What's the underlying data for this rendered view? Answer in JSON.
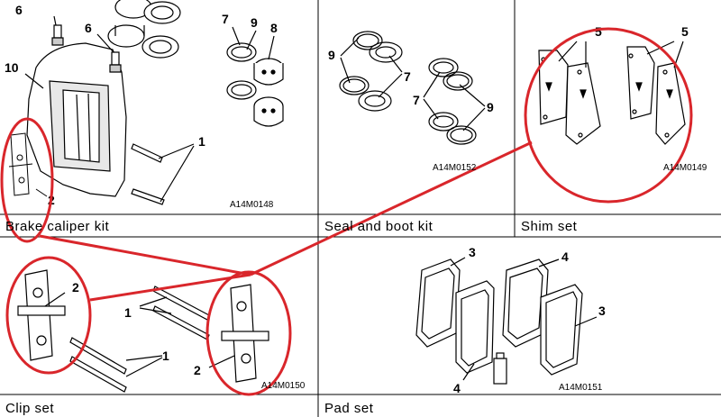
{
  "panels": [
    {
      "title": "Brake caliper kit",
      "code": "A14M0148",
      "callouts": [
        "1",
        "2",
        "6",
        "6",
        "7",
        "8",
        "9",
        "10"
      ]
    },
    {
      "title": "Seal and boot kit",
      "code": "A14M0152",
      "callouts": [
        "7",
        "7",
        "9",
        "9"
      ]
    },
    {
      "title": "Shim set",
      "code": "A14M0149",
      "callouts": [
        "5",
        "5"
      ]
    },
    {
      "title": "Clip set",
      "code": "A14M0150",
      "callouts": [
        "1",
        "1",
        "2",
        "2"
      ]
    },
    {
      "title": "Pad set",
      "code": "A14M0151",
      "callouts": [
        "3",
        "3",
        "4",
        "4"
      ]
    }
  ],
  "annotation_color": "#d9262b"
}
